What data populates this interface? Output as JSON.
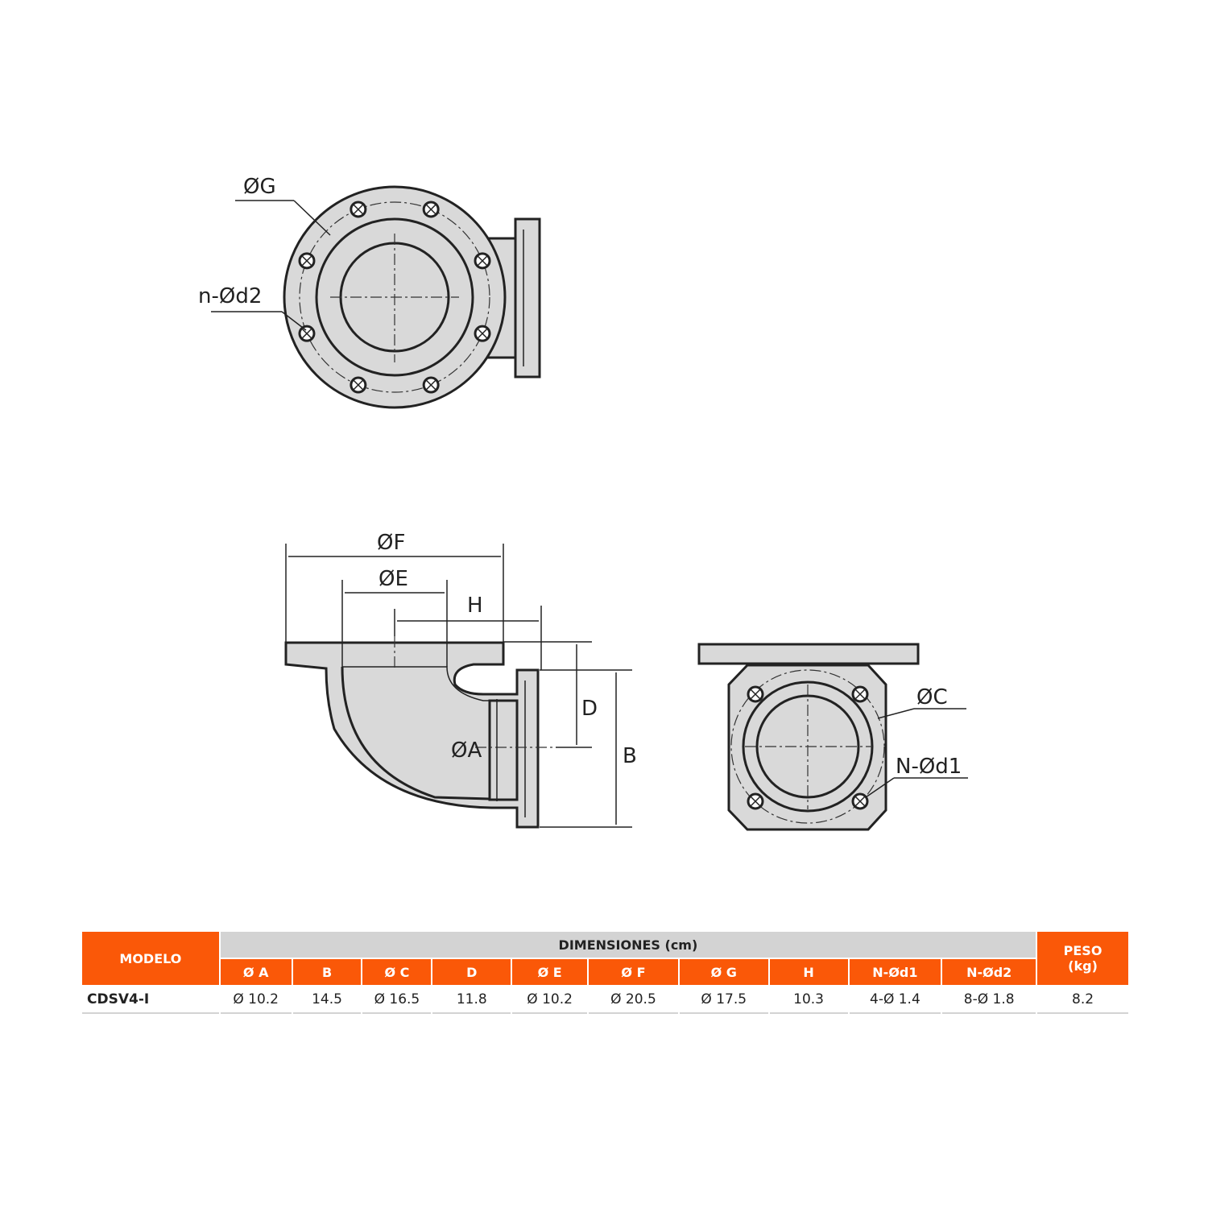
{
  "drawing": {
    "top_view": {
      "g": "ØG",
      "nd2": "n-Ød2"
    },
    "side_view": {
      "f": "ØF",
      "e": "ØE",
      "h": "H",
      "d": "D",
      "a": "ØA",
      "b": "B"
    },
    "end_view": {
      "c": "ØC",
      "nd1": "N-Ød1"
    }
  },
  "table": {
    "modelo": "MODELO",
    "dimensiones": "DIMENSIONES (cm)",
    "peso": "PESO (kg)",
    "columns": [
      "Ø A",
      "B",
      "Ø C",
      "D",
      "Ø E",
      "Ø F",
      "Ø G",
      "H",
      "N-Ød1",
      "N-Ød2"
    ],
    "rows": [
      {
        "modelo": "CDSV4-I",
        "values": [
          "Ø 10.2",
          "14.5",
          "Ø 16.5",
          "11.8",
          "Ø 10.2",
          "Ø 20.5",
          "Ø 17.5",
          "10.3",
          "4-Ø 1.4",
          "8-Ø 1.8"
        ],
        "peso": "8.2"
      }
    ]
  },
  "colors": {
    "accent": "#fa5808",
    "header_grey": "#d3d3d3"
  }
}
